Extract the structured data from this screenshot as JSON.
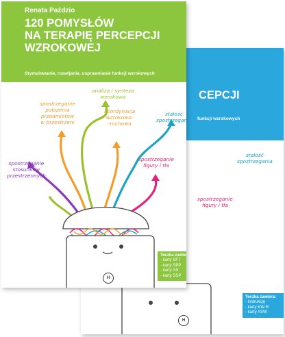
{
  "colors": {
    "green": "#8cc63f",
    "blue": "#2aa7dd",
    "orange": "#f39c2b",
    "pink": "#e5217b",
    "purple": "#8a3ab9",
    "teal": "#1ba3c6",
    "olive": "#9bc02b"
  },
  "back_book": {
    "title_fragment": "CEPCJI",
    "subtitle_fragment": "funkcji wzrokowych",
    "labels": {
      "stalosc": [
        "stałość",
        "spostrzegania"
      ],
      "figury": [
        "spostrzeganie",
        "figury i tła"
      ]
    },
    "box": {
      "heading": "Teczka zawiera:",
      "items": [
        "- instrukcję",
        "- karty KW-R",
        "- karty ASW"
      ]
    },
    "logo_text": "H"
  },
  "front_book": {
    "author": "Renata Paździo",
    "title_lines": [
      "120 POMYSŁÓW",
      "NA TERAPIĘ PERCEPCJI",
      "WZROKOWEJ"
    ],
    "subtitle": "Stymulowanie, rozwijanie, usprawnianie funkcji wzrokowych",
    "labels": {
      "analiza": [
        "analiza i synteza",
        "wzrokowa"
      ],
      "polozenie": [
        "spostrzeganie",
        "położenia",
        "przedmiotów",
        "w przestrzeni"
      ],
      "koordynacja": [
        "koordynacja",
        "wzrokowo-",
        "-ruchowa"
      ],
      "stalosc": [
        "stałość",
        "spostrzegania"
      ],
      "stosunki": [
        "spostrzeganie",
        "stosunków",
        "przestrzennych"
      ],
      "figury": [
        "spostrzeganie",
        "figury i tła"
      ]
    },
    "box": {
      "heading": "Teczka zawiera:",
      "items": [
        "- karty SFT",
        "- karty SPP",
        "- karty SS",
        "- karty SSP"
      ]
    },
    "logo_text": "H"
  }
}
